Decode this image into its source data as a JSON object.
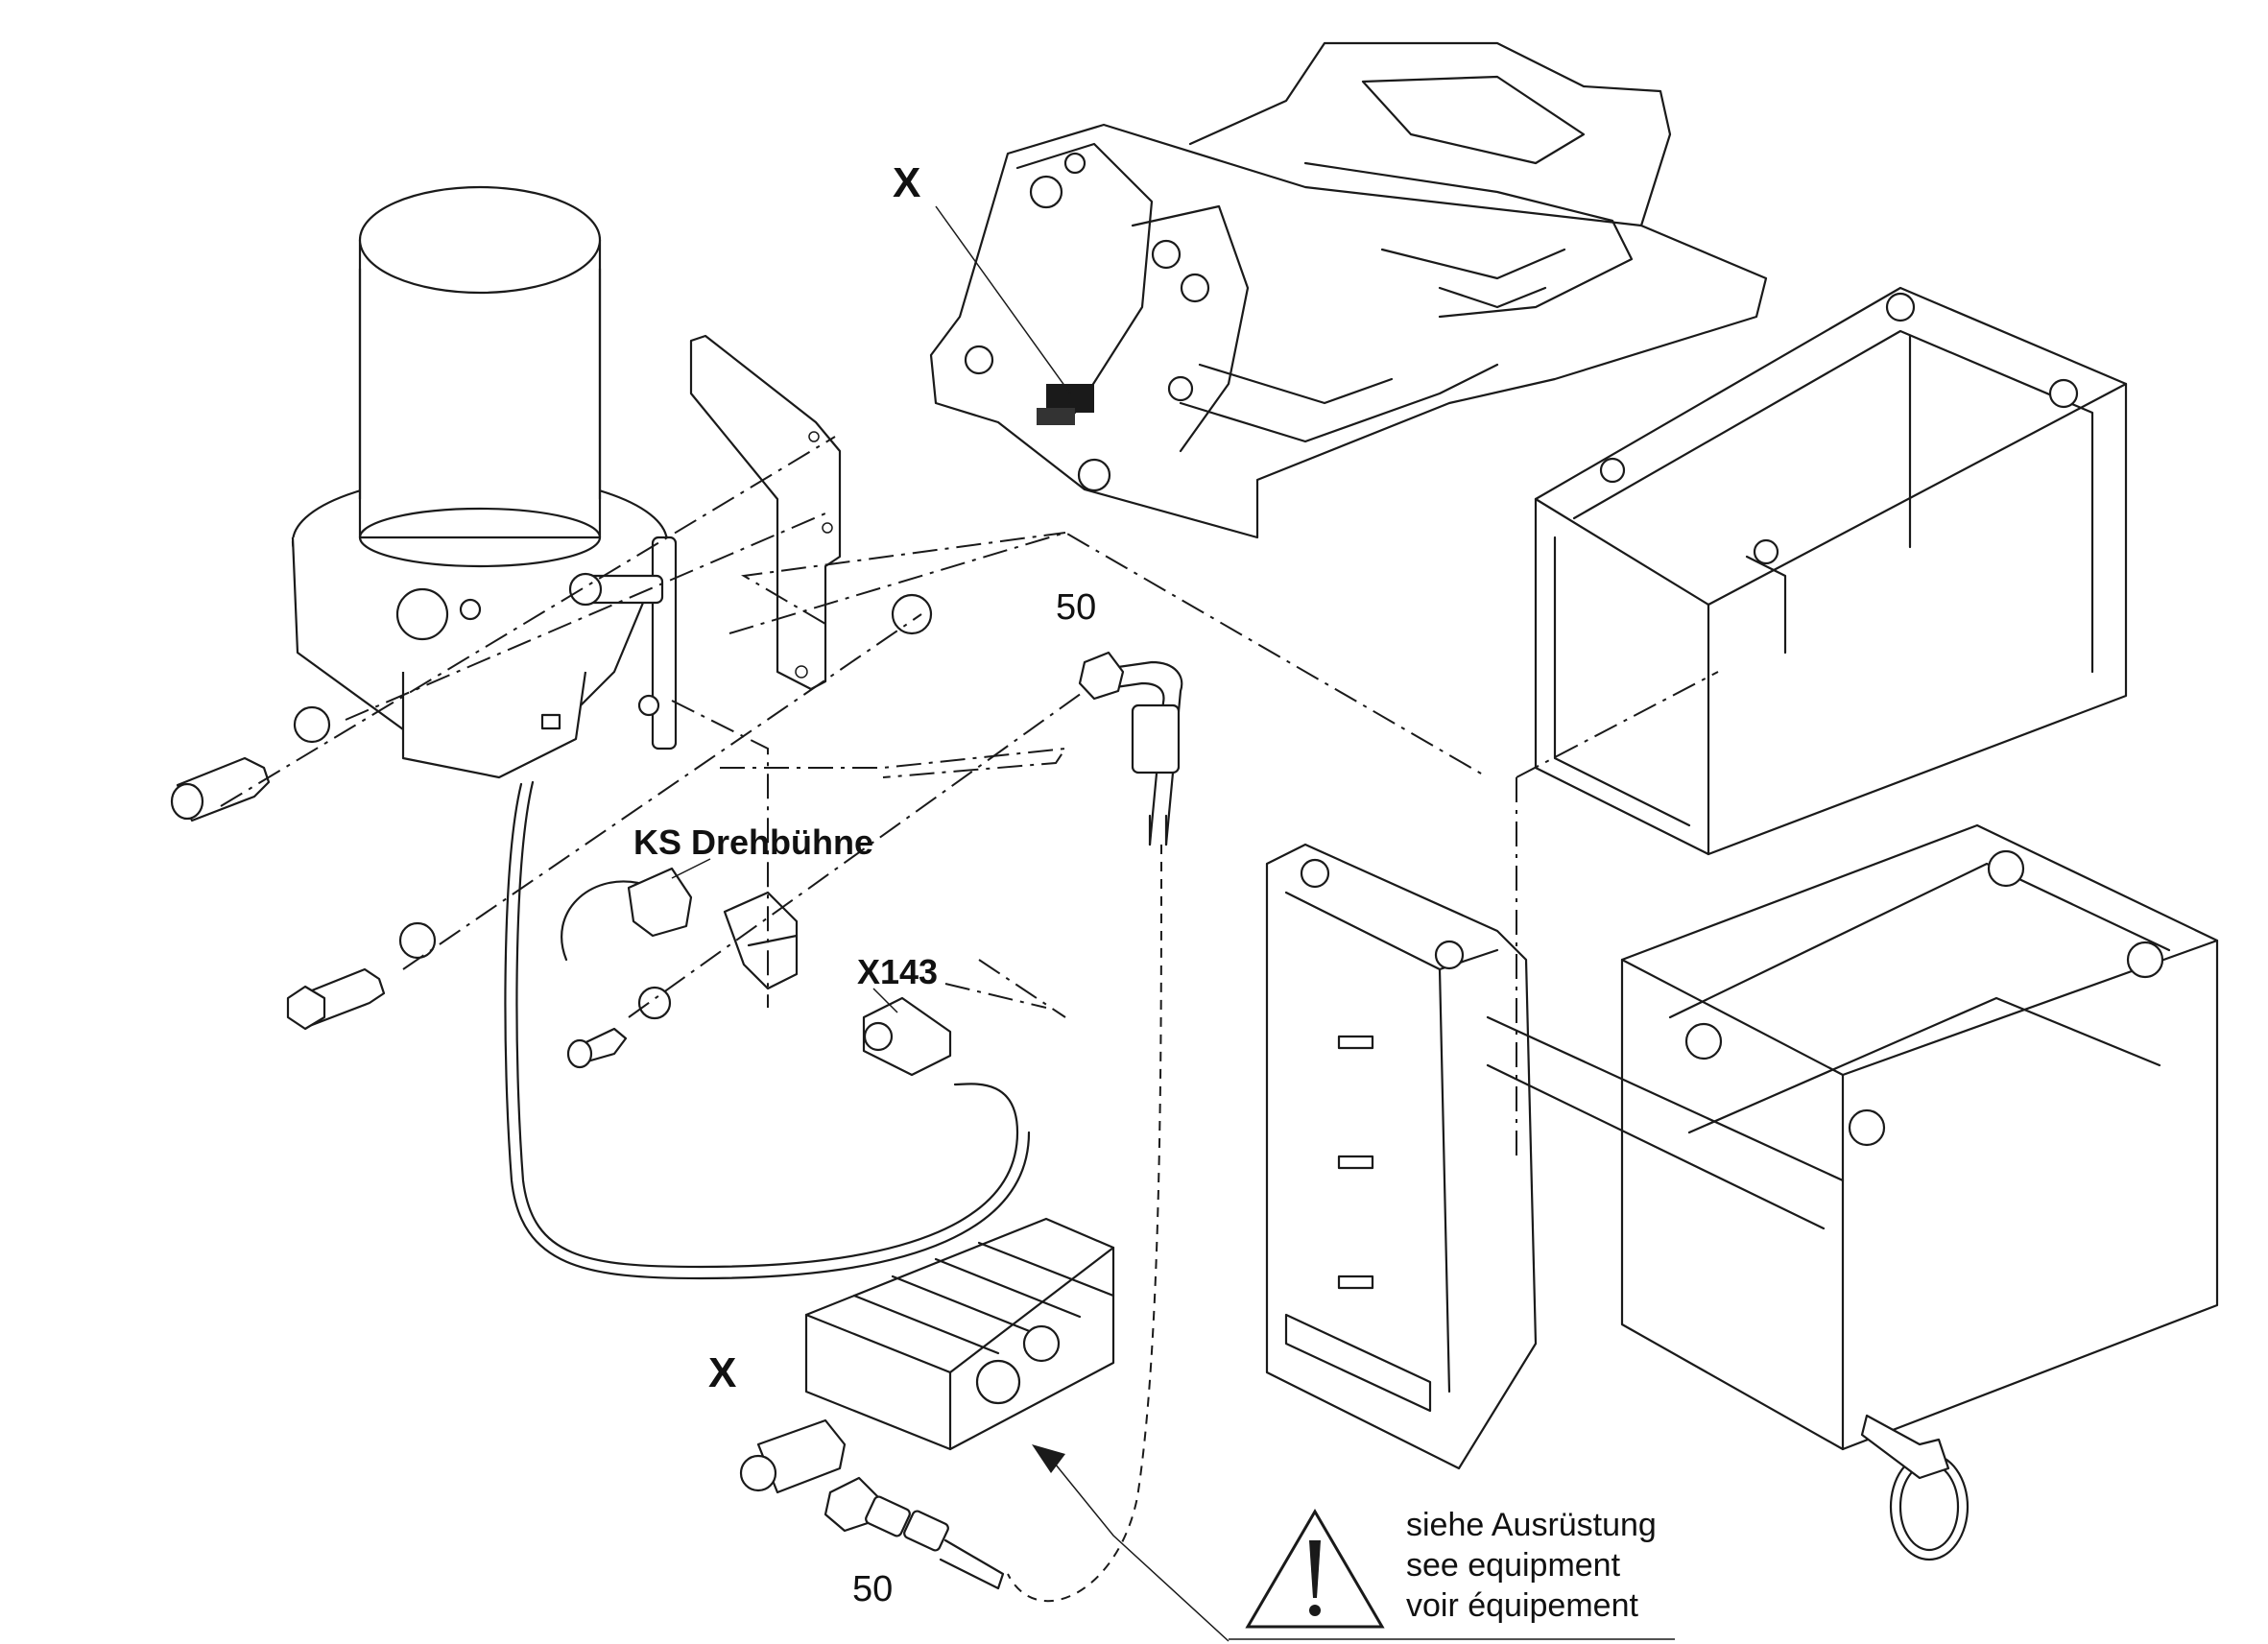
{
  "labels": {
    "x_top": "X",
    "x_bottom": "X",
    "ks_drehbuehne": "KS Drehbühne",
    "x143": "X143",
    "item_50_top": "50",
    "item_50_bottom": "50"
  },
  "warning_note": {
    "line1": "siehe Ausrüstung",
    "line2": "see equipment",
    "line3": "voir équipement",
    "icon": "warning-triangle-icon"
  }
}
